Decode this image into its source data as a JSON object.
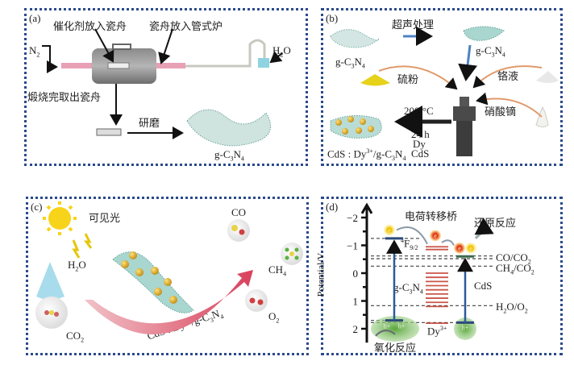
{
  "panels": {
    "a": {
      "label": "(a)",
      "step_catalyst": "催化剂放入瓷舟",
      "step_furnace": "瓷舟放入管式炉",
      "gas": "N",
      "gas_sub": "2",
      "water": "H",
      "water_sub": "2",
      "water_tail": "O",
      "step_calcine": "煅烧完取出瓷舟",
      "step_grind": "研磨",
      "product": "g-C",
      "product_sub1": "3",
      "product_mid": "N",
      "product_sub2": "4"
    },
    "b": {
      "label": "(b)",
      "ultrasonic": "超声处理",
      "gcn_left": {
        "t1": "g-C",
        "s1": "3",
        "t2": "N",
        "s2": "4"
      },
      "gcn_right": {
        "t1": "g-C",
        "s1": "3",
        "t2": "N",
        "s2": "4"
      },
      "sulfur": "硫粉",
      "cadmium": "铬液",
      "dysprosium_nitrate": "硝酸镝",
      "temperature": "200 °C",
      "time": "24 h",
      "dy_label": "Dy",
      "cds_label": "CdS",
      "product": {
        "t1": "CdS : Dy",
        "sup": "3+",
        "t2": "/g-C",
        "s1": "3",
        "t3": "N",
        "s2": "4"
      }
    },
    "c": {
      "label": "(c)",
      "light": "可见光",
      "water": {
        "t1": "H",
        "s": "2",
        "t2": "O"
      },
      "co2": {
        "t1": "CO",
        "s": "2"
      },
      "co": "CO",
      "ch4": {
        "t1": "CH",
        "s": "4"
      },
      "o2": {
        "t1": "O",
        "s": "2"
      },
      "catalyst": {
        "t1": "CdS : Dy",
        "sup": "3+",
        "t2": "/g-C",
        "s1": "3",
        "t3": "N",
        "s2": "4"
      }
    },
    "d": {
      "label": "(d)",
      "ylabel": "Potential/V",
      "ticks": [
        "-2",
        "-1",
        "0",
        "1",
        "2"
      ],
      "tick_values": [
        -2,
        -1,
        0,
        1,
        2
      ],
      "charge_bridge": "电荷转移桥",
      "reduction": "还原反应",
      "oxidation": "氧化反应",
      "f_level": {
        "sup": "4",
        "t": "F",
        "sub": "9/2"
      },
      "gcn": {
        "t1": "g-C",
        "s1": "3",
        "t2": "N",
        "s2": "4"
      },
      "cds": "CdS",
      "dy": {
        "t": "Dy",
        "sup": "3+"
      },
      "co_co2": {
        "t1": "CO/CO",
        "s": "2"
      },
      "ch4_co2": {
        "t1": "CH",
        "s1": "4",
        "t2": "/CO",
        "s2": "2"
      },
      "h2o_o2": {
        "t1": "H",
        "s1": "2",
        "t2": "O/O",
        "s2": "2"
      },
      "electron": "e",
      "hole": "h",
      "hole_sup": "+",
      "levels": {
        "gcn_cb": -1.25,
        "gcn_vb": 1.7,
        "cds_cb": -0.6,
        "cds_vb": 1.78,
        "co_co2": -0.52,
        "ch4_co2": -0.25,
        "h2o_o2": 1.17
      }
    }
  },
  "colors": {
    "border": "#2b4a8b",
    "arrow_blue": "#2d5a9a",
    "dy_red": "#c0392b",
    "electron_orange": "#e05a2a",
    "hole_green": "#6ab04c"
  }
}
